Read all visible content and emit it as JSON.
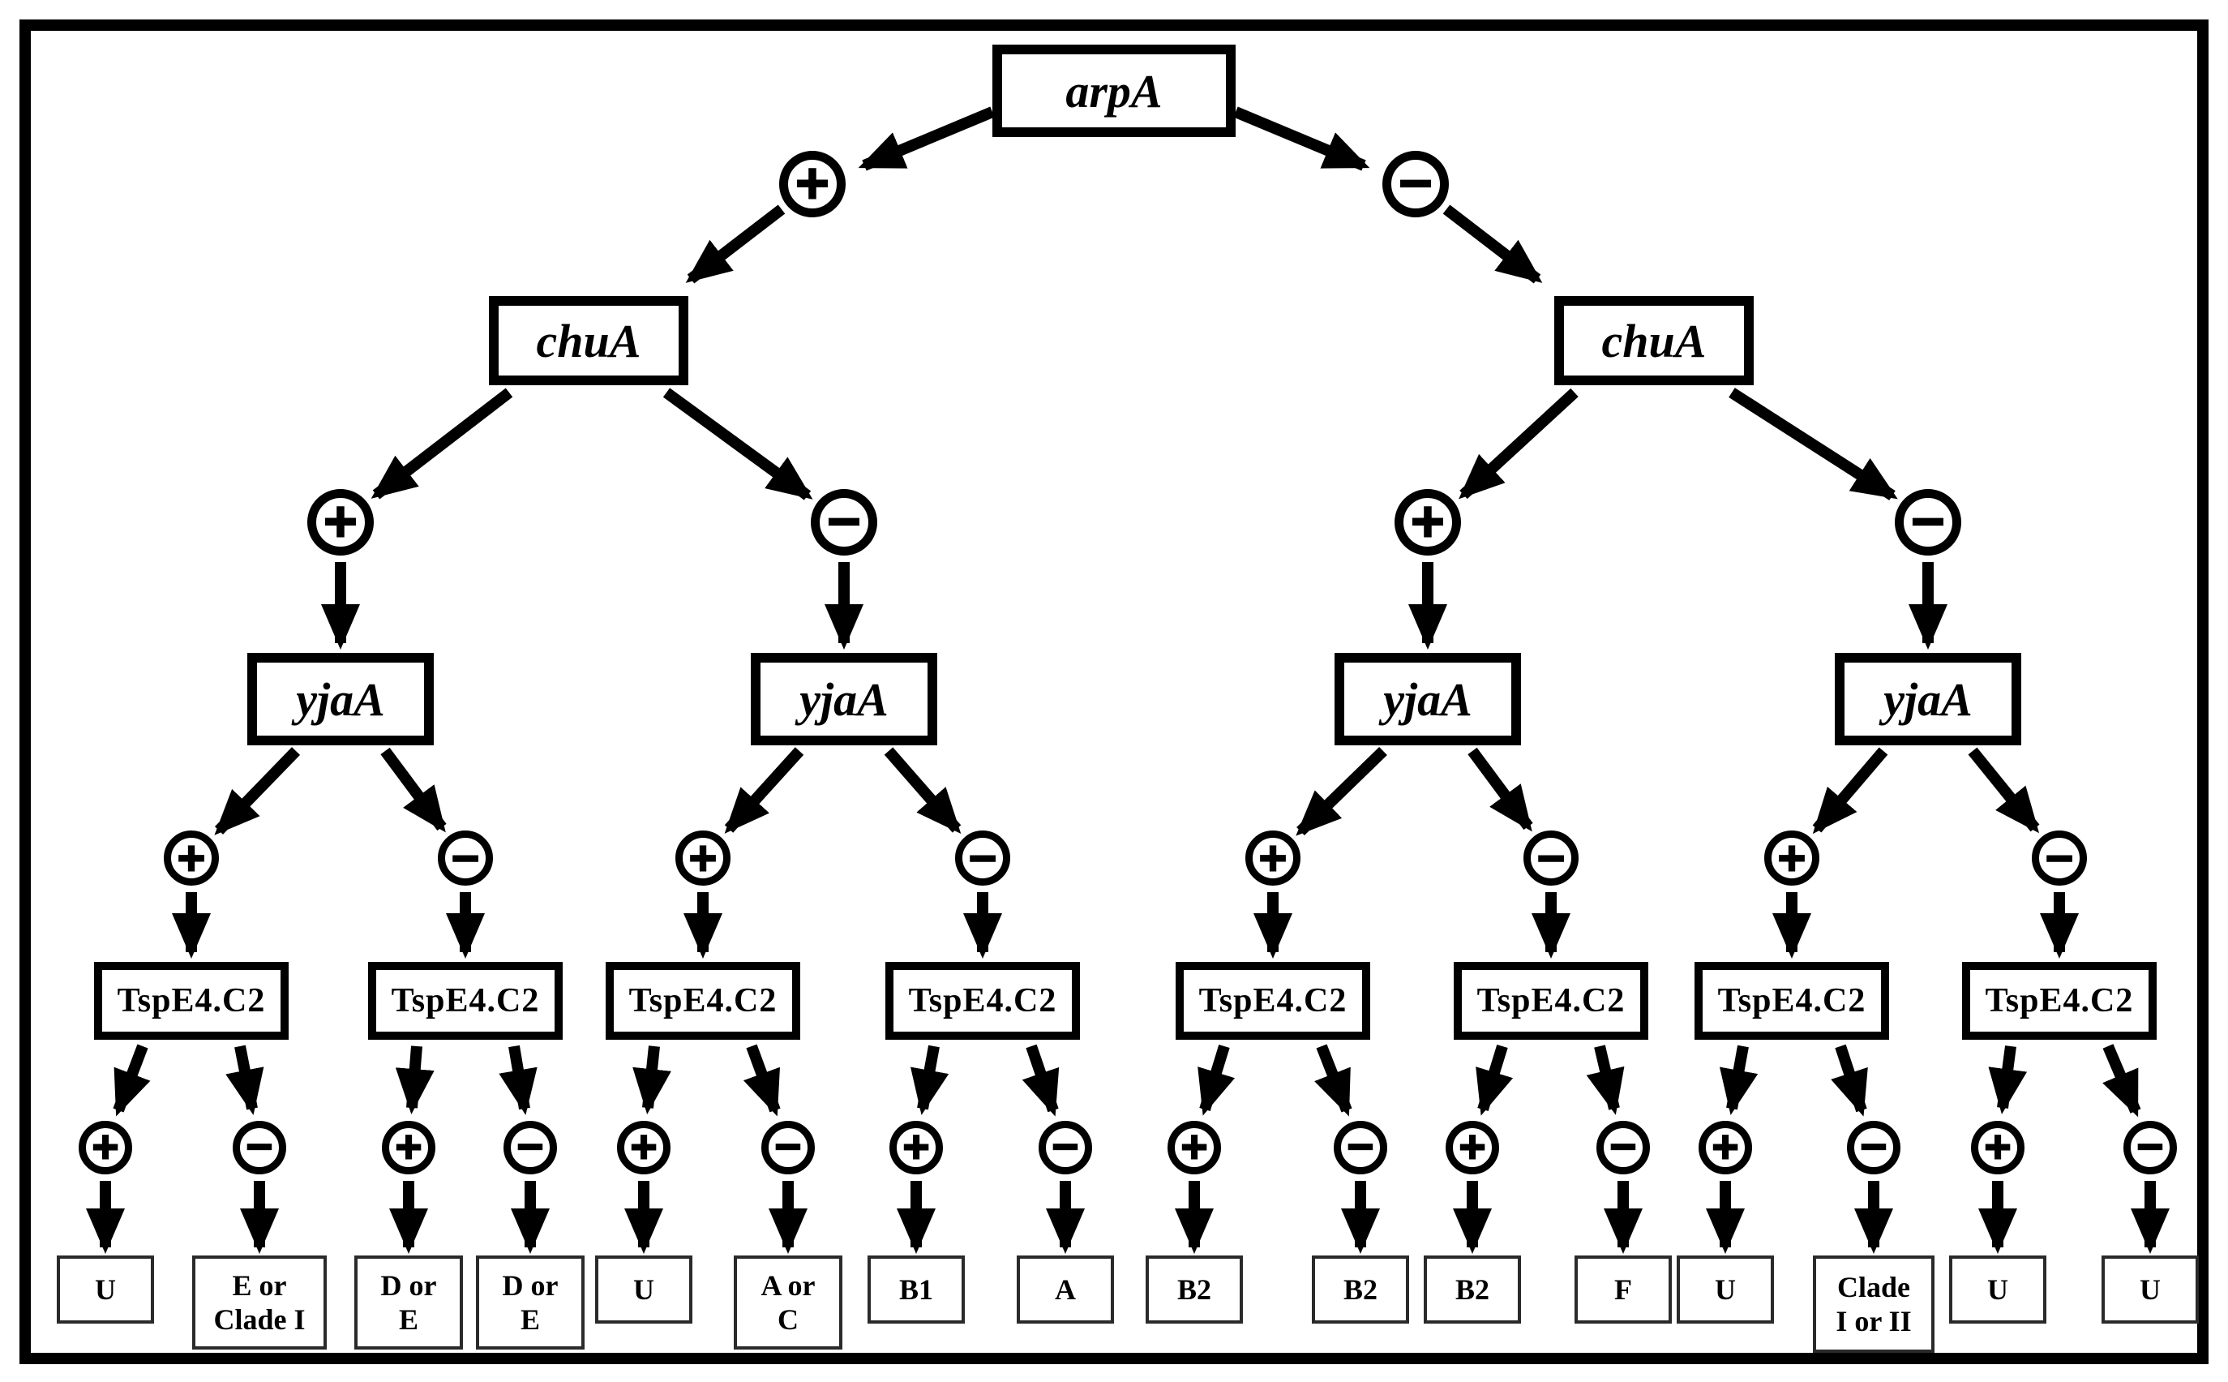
{
  "tree": {
    "root": {
      "label": "arpA"
    },
    "chua_nodes": [
      {
        "label": "chuA"
      },
      {
        "label": "chuA"
      }
    ],
    "yjaa_nodes": [
      {
        "label": "yjaA"
      },
      {
        "label": "yjaA"
      },
      {
        "label": "yjaA"
      },
      {
        "label": "yjaA"
      }
    ],
    "tspe4_nodes": [
      {
        "label": "TspE4.C2"
      },
      {
        "label": "TspE4.C2"
      },
      {
        "label": "TspE4.C2"
      },
      {
        "label": "TspE4.C2"
      },
      {
        "label": "TspE4.C2"
      },
      {
        "label": "TspE4.C2"
      },
      {
        "label": "TspE4.C2"
      },
      {
        "label": "TspE4.C2"
      }
    ],
    "leaves": [
      {
        "label": "U",
        "lines": [
          "U"
        ]
      },
      {
        "label": "E or Clade I",
        "lines": [
          "E or",
          "Clade I"
        ]
      },
      {
        "label": "D or E",
        "lines": [
          "D or",
          "E"
        ]
      },
      {
        "label": "D or E",
        "lines": [
          "D or",
          "E"
        ]
      },
      {
        "label": "U",
        "lines": [
          "U"
        ]
      },
      {
        "label": "A or C",
        "lines": [
          "A or",
          "C"
        ]
      },
      {
        "label": "B1",
        "lines": [
          "B1"
        ]
      },
      {
        "label": "A",
        "lines": [
          "A"
        ]
      },
      {
        "label": "B2",
        "lines": [
          "B2"
        ]
      },
      {
        "label": "B2",
        "lines": [
          "B2"
        ]
      },
      {
        "label": "B2",
        "lines": [
          "B2"
        ]
      },
      {
        "label": "F",
        "lines": [
          "F"
        ]
      },
      {
        "label": "U",
        "lines": [
          "U"
        ]
      },
      {
        "label": "Clade I or II",
        "lines": [
          "Clade",
          "I or II"
        ]
      },
      {
        "label": "U",
        "lines": [
          "U"
        ]
      },
      {
        "label": "U",
        "lines": [
          "U"
        ]
      }
    ],
    "signs": {
      "plus": "+",
      "minus": "−"
    },
    "colors": {
      "ink": "#000000",
      "background": "#ffffff"
    }
  }
}
